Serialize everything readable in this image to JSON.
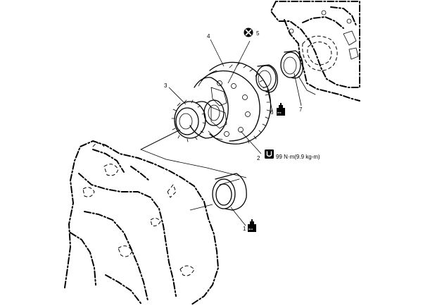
{
  "diagram": {
    "callouts": {
      "c1": "1",
      "c2": "2",
      "c3": "3",
      "c4": "4",
      "c5": "5",
      "c6": "6",
      "c7": "7"
    },
    "torque_spec": "99 N·m(9.9 kg-m)",
    "grease_caps": {
      "g1": "KLG",
      "g6": "PTF"
    },
    "icons": {
      "do_not_reuse": "x-circle-icon",
      "grease": "grease-can-icon",
      "torque": "torque-wrench-icon"
    }
  }
}
